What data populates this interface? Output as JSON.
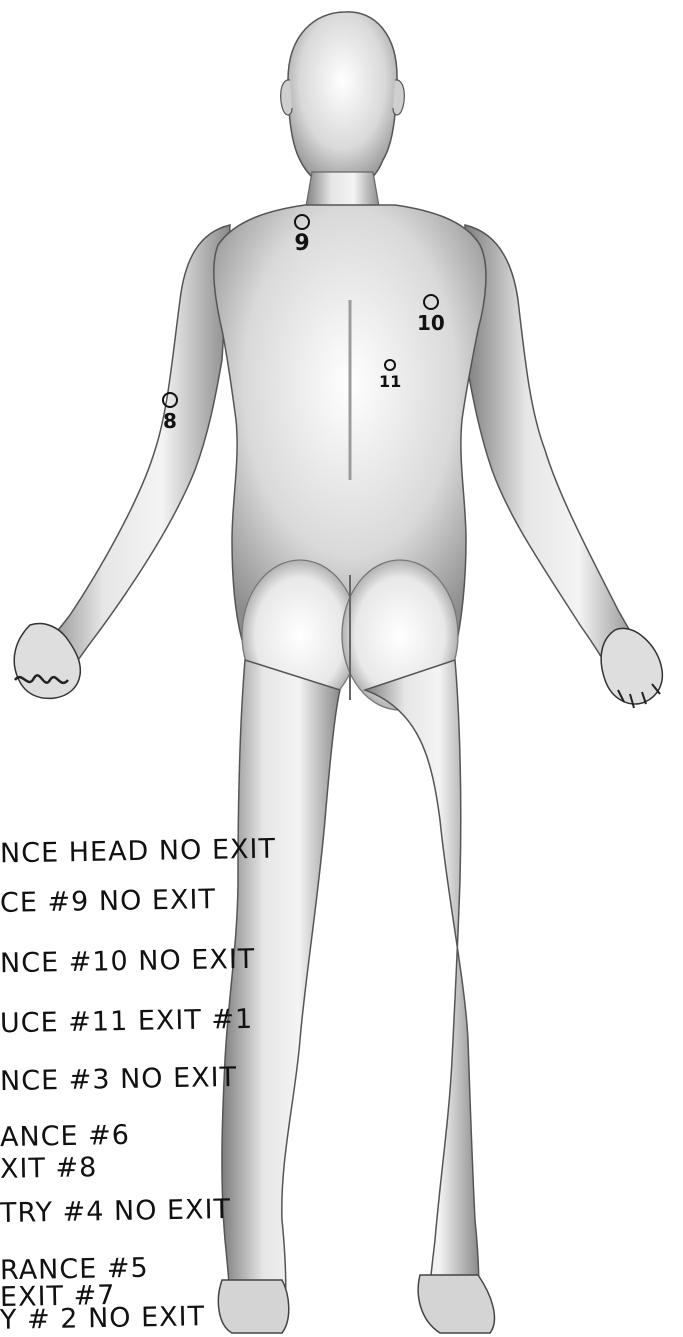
{
  "diagram": {
    "view": "posterior body outline",
    "wound_markers": [
      "9",
      "10",
      "11",
      "8"
    ],
    "notes": [
      {
        "text": "NCE HEAD   NO EXIT"
      },
      {
        "text": "CE #9        NO EXIT"
      },
      {
        "text": "NCE #10     NO EXIT"
      },
      {
        "text": "UCE #11   EXIT #1"
      },
      {
        "text": "NCE #3   NO EXIT"
      },
      {
        "text": "ANCE #6"
      },
      {
        "text": "XIT #8"
      },
      {
        "text": "TRY #4   NO EXIT"
      },
      {
        "text": "RANCE #5"
      },
      {
        "text": "EXIT #7"
      },
      {
        "text": "Y  # 2       NO EXIT"
      }
    ]
  }
}
